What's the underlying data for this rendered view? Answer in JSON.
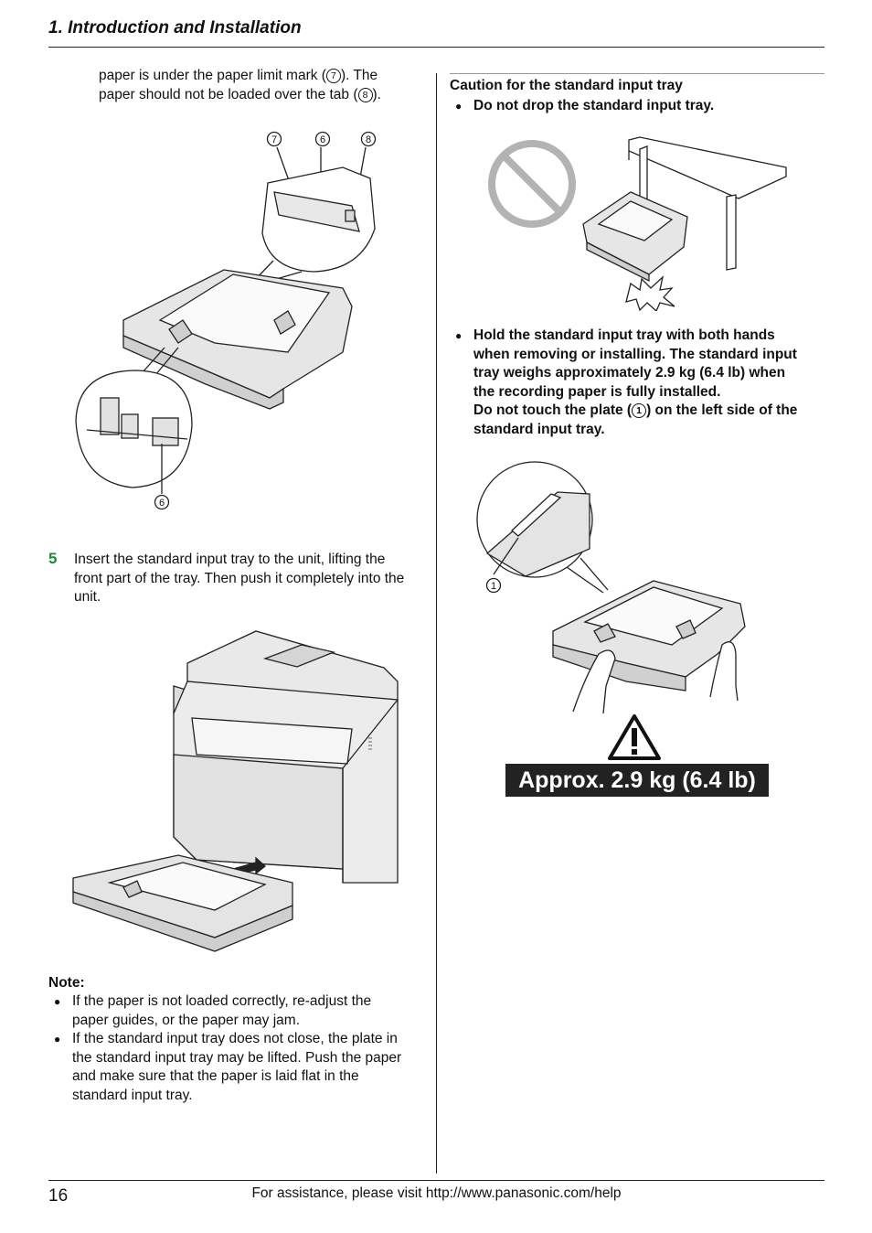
{
  "header": {
    "section_title": "1. Introduction and Installation"
  },
  "left": {
    "intro_line1_a": "paper is under the paper limit mark (",
    "intro_line1_mark": "7",
    "intro_line1_b": "). The",
    "intro_line2_a": "paper should not be loaded over the tab (",
    "intro_line2_mark": "8",
    "intro_line2_b": ").",
    "fig1_callouts": [
      "7",
      "6",
      "8",
      "6"
    ],
    "step5_number": "5",
    "step5_text_line1": "Insert the standard input tray to the unit, lifting the",
    "step5_text_line2": "front part of the tray. Then push it completely into the",
    "step5_text_line3": "unit.",
    "note_title": "Note:",
    "note1_line1": "If the paper is not loaded correctly, re-adjust the",
    "note1_line2": "paper guides, or the paper may jam.",
    "note2_line1": "If the standard input tray does not close, the plate in",
    "note2_line2": "the standard input tray may be lifted. Push the paper",
    "note2_line3": "and make sure that the paper is laid flat in the",
    "note2_line4": "standard input tray."
  },
  "right": {
    "caution_title": "Caution for the standard input tray",
    "bullet1": "Do not drop the standard input tray.",
    "bullet2_line1": "Hold the standard input tray with both hands",
    "bullet2_line2": "when removing or installing. The standard input",
    "bullet2_line3": "tray weighs approximately 2.9 kg (6.4 lb) when",
    "bullet2_line4": "the recording paper is fully installed.",
    "bullet2_line5_a": "Do not touch the plate (",
    "bullet2_line5_mark": "1",
    "bullet2_line5_b": ") on the left side of the",
    "bullet2_line6": "standard input tray.",
    "fig_callout": "1",
    "weight_label": "Approx. 2.9 kg (6.4 lb)"
  },
  "footer": {
    "page_number": "16",
    "help_text": "For assistance, please visit http://www.panasonic.com/help"
  },
  "icons": [
    "prohibited-icon",
    "warning-triangle-icon",
    "bullet-icon"
  ]
}
